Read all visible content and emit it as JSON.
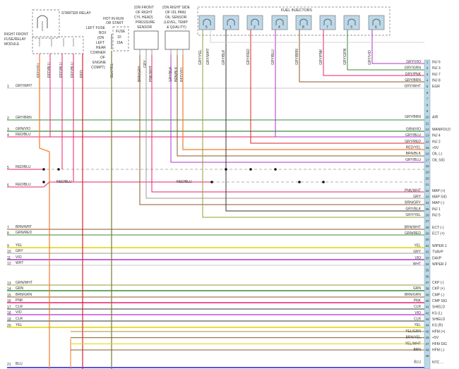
{
  "blocks": {
    "starter_relay": "STARTER RELAY",
    "front_module": [
      "RIGHT FRONT",
      "FUSE/RELAY",
      "MODULE"
    ],
    "hot_in_run": [
      "HOT IN RUN",
      "OR START"
    ],
    "left_fuse": [
      "LEFT FUSE",
      "BOX",
      "(ON",
      "LEFT",
      "REAR",
      "CORNER",
      "OF",
      "ENGINE",
      "COMPT)"
    ],
    "fuse": [
      "FUSE",
      "10",
      "15A"
    ],
    "pressure_sensor": [
      "(ON FRONT",
      "OF RIGHT",
      "CYL HEAD)",
      "PRESSURE",
      "SENSOR"
    ],
    "oil_sensor": [
      "(ON RIGHT SIDE",
      "OF OIL PAN)",
      "OIL SENSOR",
      "(LEVEL, TEMP",
      "& QUALITY)"
    ],
    "fuel_injectors": "FUEL INJECTORS"
  },
  "injector_numbers": [
    "5",
    "1",
    "2",
    "4",
    "8",
    "7",
    "3",
    "6"
  ],
  "vertical_wire_labels": [
    "GRY/YEL",
    "GRY/BLK",
    "GRY/RED",
    "GRY/BLU",
    "GRY/BRN",
    "GRY/PNK",
    "GRY/GRN",
    "GRY/VIO",
    "GRY/WHT"
  ],
  "top_left_wire_labels": [
    "RED/YEL",
    "RED/BLU",
    "RED/BLU",
    "RED/BLU",
    "RED"
  ],
  "sensor_wire_labels": [
    "BRN/GRY",
    "GRY",
    "PNK/WHT",
    "GRY/BLK",
    "BRN/BLK",
    "RED/YEL"
  ],
  "fuse_wire_label": "BLK/YEL",
  "left_rows": [
    {
      "num": "1",
      "label": "GRY/WHT"
    },
    {
      "num": "2",
      "label": "GRY/BRN"
    },
    {
      "num": "3",
      "label": "GRN/VIO"
    },
    {
      "num": "4",
      "label": "RED/BLU"
    },
    {
      "num": "5",
      "label": "RED/BLU"
    },
    {
      "num": "6",
      "label": "RED/BLU"
    },
    {
      "num": "7",
      "label": "BRN/WHT"
    },
    {
      "num": "8",
      "label": "GRN/RED"
    },
    {
      "num": "9",
      "label": "YEL"
    },
    {
      "num": "10",
      "label": "GRY"
    },
    {
      "num": "11",
      "label": "VIO"
    },
    {
      "num": "12",
      "label": "WHT"
    },
    {
      "num": "13",
      "label": "GRN/WHT"
    },
    {
      "num": "14",
      "label": "GRN"
    },
    {
      "num": "15",
      "label": "BRN/GRN"
    },
    {
      "num": "16",
      "label": "PNK"
    },
    {
      "num": "17",
      "label": "CLR"
    },
    {
      "num": "18",
      "label": "VIO"
    },
    {
      "num": "19",
      "label": "CLR"
    },
    {
      "num": "20",
      "label": "YEL"
    },
    {
      "num": "21",
      "label": "BLU"
    }
  ],
  "middle_label": "RED/BLU",
  "connector_pins": [
    {
      "wire": "GRY/VIO",
      "pin": "1",
      "func": "INJ 6"
    },
    {
      "wire": "GRY/GRN",
      "pin": "2",
      "func": "INJ 3"
    },
    {
      "wire": "GRY/PNK",
      "pin": "3",
      "func": "INJ 7"
    },
    {
      "wire": "GRY/BRN",
      "pin": "4",
      "func": "INJ 8"
    },
    {
      "wire": "GRY/WHT",
      "pin": "5",
      "func": "EGR"
    },
    {
      "wire": "",
      "pin": "6",
      "func": ""
    },
    {
      "wire": "",
      "pin": "7",
      "func": ""
    },
    {
      "wire": "",
      "pin": "8",
      "func": ""
    },
    {
      "wire": "",
      "pin": "9",
      "func": ""
    },
    {
      "wire": "GRY/BRN",
      "pin": "10",
      "func": "AIR"
    },
    {
      "wire": "",
      "pin": "11",
      "func": ""
    },
    {
      "wire": "GRN/VIO",
      "pin": "12",
      "func": "MANIFOLD"
    },
    {
      "wire": "GRY/BLU",
      "pin": "13",
      "func": "INJ 4"
    },
    {
      "wire": "GRY/RED",
      "pin": "14",
      "func": "INJ 2"
    },
    {
      "wire": "RED/YEL",
      "pin": "15",
      "func": "+5V"
    },
    {
      "wire": "BRN/BLK",
      "pin": "16",
      "func": "OIL (-)"
    },
    {
      "wire": "GRY/BLU",
      "pin": "17",
      "func": "OIL SIG"
    },
    {
      "wire": "",
      "pin": "18",
      "func": ""
    },
    {
      "wire": "",
      "pin": "19",
      "func": ""
    },
    {
      "wire": "",
      "pin": "20",
      "func": ""
    },
    {
      "wire": "",
      "pin": "21",
      "func": ""
    },
    {
      "wire": "PNK/WHT",
      "pin": "22",
      "func": "MAP (+)"
    },
    {
      "wire": "GRY",
      "pin": "23",
      "func": "MAP SIG"
    },
    {
      "wire": "BRN/GRY",
      "pin": "24",
      "func": "MAP (-)"
    },
    {
      "wire": "GRY/BLK",
      "pin": "25",
      "func": "INJ 1"
    },
    {
      "wire": "GRY/YEL",
      "pin": "26",
      "func": "INJ 5"
    },
    {
      "wire": "",
      "pin": "27",
      "func": ""
    },
    {
      "wire": "BRN/WHT",
      "pin": "28",
      "func": "ECT (-)"
    },
    {
      "wire": "GRN/RED",
      "pin": "29",
      "func": "ECT (+)"
    },
    {
      "wire": "",
      "pin": "30",
      "func": ""
    },
    {
      "wire": "YEL",
      "pin": "31",
      "func": "WIPER 1"
    },
    {
      "wire": "GRY",
      "pin": "32",
      "func": "TVAVP"
    },
    {
      "wire": "VIO",
      "pin": "33",
      "func": "DAVP"
    },
    {
      "wire": "WHT",
      "pin": "34",
      "func": "WIPER 2"
    },
    {
      "wire": "",
      "pin": "35",
      "func": ""
    },
    {
      "wire": "",
      "pin": "36",
      "func": ""
    },
    {
      "wire": "",
      "pin": "37",
      "func": "CKP (-)"
    },
    {
      "wire": "GRN",
      "pin": "38",
      "func": "CKP (+)"
    },
    {
      "wire": "BRN/GRN",
      "pin": "39",
      "func": "CMP (-)"
    },
    {
      "wire": "PNK",
      "pin": "40",
      "func": "CMP SIG"
    },
    {
      "wire": "CLR",
      "pin": "41",
      "func": "SHIELD"
    },
    {
      "wire": "VIO",
      "pin": "42",
      "func": "KS (L)"
    },
    {
      "wire": "CLR",
      "pin": "43",
      "func": "SHIELD"
    },
    {
      "wire": "YEL",
      "pin": "44",
      "func": "KS (R)"
    },
    {
      "wire": "YEL/GRN",
      "pin": "45",
      "func": "HFM (+)"
    },
    {
      "wire": "BRN/YEL",
      "pin": "46",
      "func": "+5V"
    },
    {
      "wire": "YEL/WHT",
      "pin": "47",
      "func": "HFM SIG"
    },
    {
      "wire": "BRN",
      "pin": "48",
      "func": "HFM (-)"
    },
    {
      "wire": "",
      "pin": "49",
      "func": ""
    },
    {
      "wire": "BLU",
      "pin": "",
      "func": "NTC ..."
    }
  ],
  "colors": {
    "red": "#d8232a",
    "pink": "#e8206f",
    "orange": "#f07a2a",
    "green": "#3a8a3a",
    "yellow": "#e8d000",
    "violet": "#b030c8",
    "blue": "#1a1ad0",
    "gray": "#9a9a9a",
    "light_gray": "#c8c8c8",
    "brown": "#8a5a2a",
    "olive": "#9a9a30",
    "dark_olive": "#7a7a30",
    "black": "#333333",
    "connector": "#bcd8e8"
  }
}
